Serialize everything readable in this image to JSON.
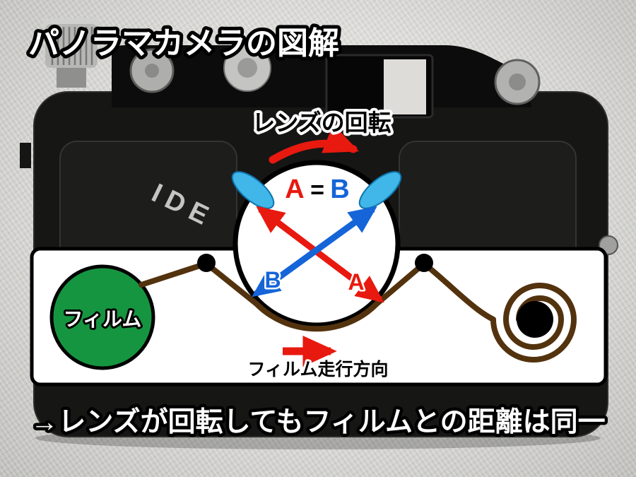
{
  "title": "パノラマカメラの図解",
  "camera": {
    "brand_fragment": "IDE"
  },
  "lens": {
    "rotation_label": "レンズの回転",
    "equation_a": "A",
    "equation_equals": "=",
    "equation_b": "B",
    "radius_a_label": "A",
    "radius_b_label": "B"
  },
  "film": {
    "reel_label": "フィルム",
    "direction_label": "フィルム走行方向"
  },
  "conclusion": "→レンズが回転してもフィルムとの距離は同一",
  "colors": {
    "radius_a_red": "#e8190f",
    "radius_b_blue": "#1565d8",
    "lens_mount_light_blue": "#41b6e8",
    "film_reel_green": "#169540",
    "film_strip_brown": "#53320e",
    "rotation_arrow_red": "#e8190f",
    "direction_arrow_red": "#e8190f"
  }
}
